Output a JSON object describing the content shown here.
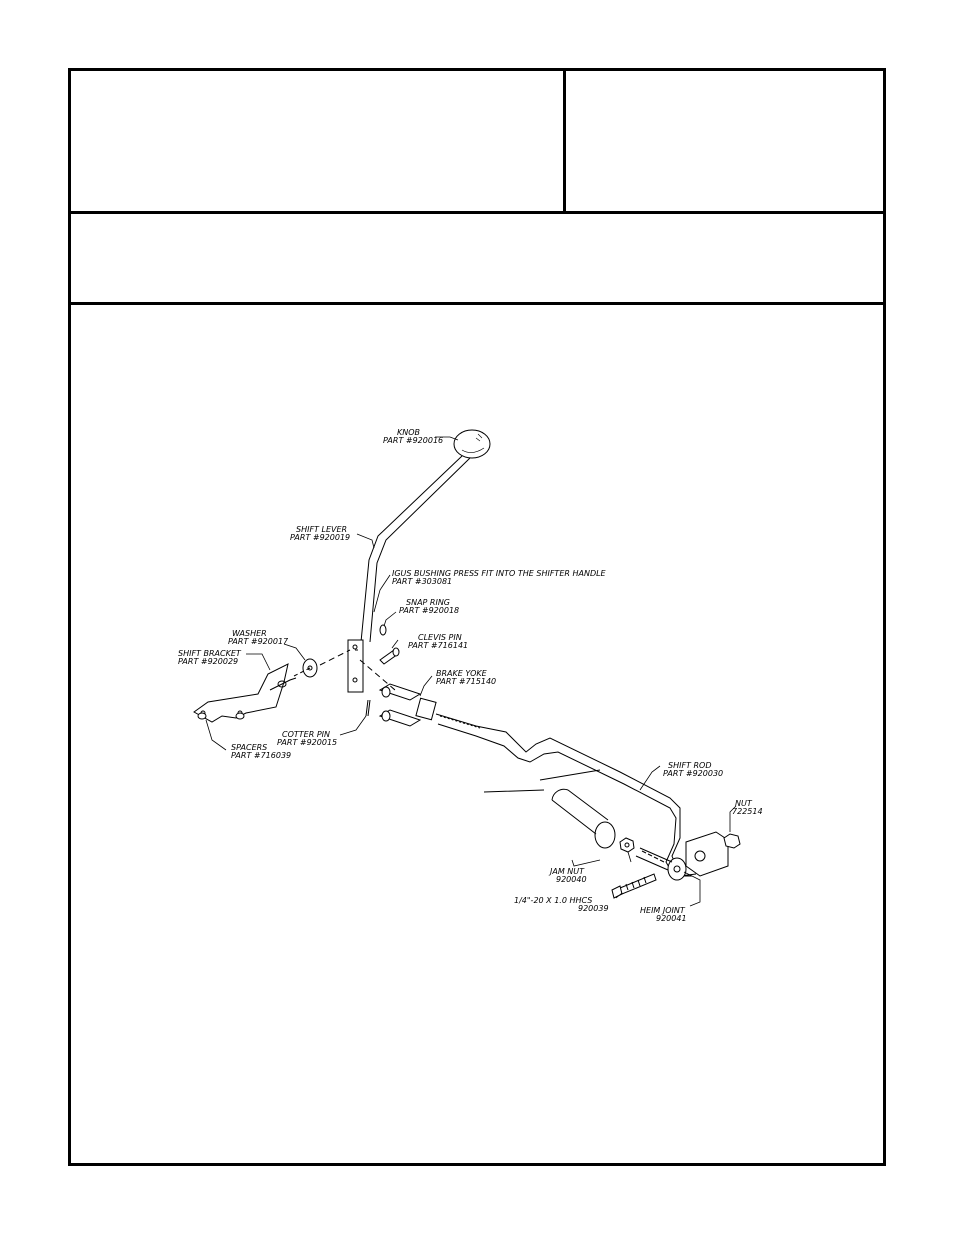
{
  "header": {
    "title_block_left": "",
    "title_block_right": "",
    "subtitle_block": ""
  },
  "callouts": {
    "knob": {
      "name": "KNOB",
      "part": "PART #920016"
    },
    "shift_lever": {
      "name": "SHIFT LEVER",
      "part": "PART #920019"
    },
    "igus_bushing": {
      "name": "IGUS BUSHING PRESS FIT INTO THE SHIFTER HANDLE",
      "part": "PART #303081"
    },
    "snap_ring": {
      "name": "SNAP RING",
      "part": "PART #920018"
    },
    "washer": {
      "name": "WASHER",
      "part": "PART #920017"
    },
    "clevis_pin": {
      "name": "CLEVIS PIN",
      "part": "PART #716141"
    },
    "shift_bracket": {
      "name": "SHIFT BRACKET",
      "part": "PART #920029"
    },
    "brake_yoke": {
      "name": "BRAKE YOKE",
      "part": "PART #715140"
    },
    "cotter_pin": {
      "name": "COTTER PIN",
      "part": "PART #920015"
    },
    "spacers": {
      "name": "SPACERS",
      "part": "PART #716039"
    },
    "shift_rod": {
      "name": "SHIFT ROD",
      "part": "PART #920030"
    },
    "nut": {
      "name": "NUT",
      "part": "722514"
    },
    "jam_nut": {
      "name": "JAM NUT",
      "part": "920040"
    },
    "hhcs": {
      "name": "1/4\"-20 X 1.0 HHCS",
      "part": "920039"
    },
    "heim_joint": {
      "name": "HEIM JOINT",
      "part": "920041"
    }
  }
}
